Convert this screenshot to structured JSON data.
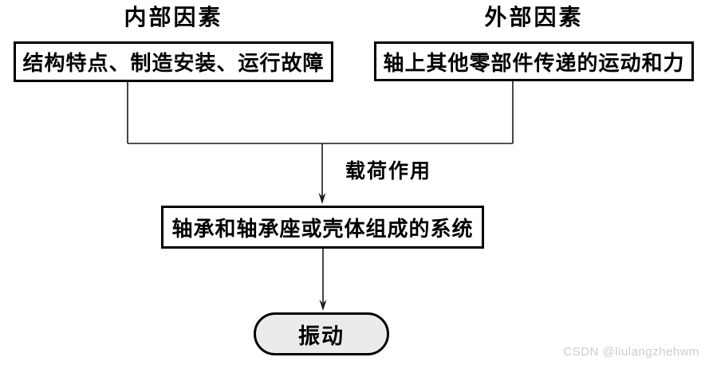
{
  "diagram": {
    "internal": {
      "label": "内部因素",
      "box": "结构特点、制造安装、运行故障"
    },
    "external": {
      "label": "外部因素",
      "box": "轴上其他零部件传递的运动和力"
    },
    "load_label": "载荷作用",
    "system_box": "轴承和轴承座或壳体组成的系统",
    "vibration": "振动"
  },
  "watermark": "CSDN @liulangzhehwm",
  "colors": {
    "background": "#ffffff",
    "box_border": "#000000",
    "connector_line": "#1a1a1a",
    "capsule_fill": "#ebebeb",
    "watermark_text": "#cccccc"
  }
}
